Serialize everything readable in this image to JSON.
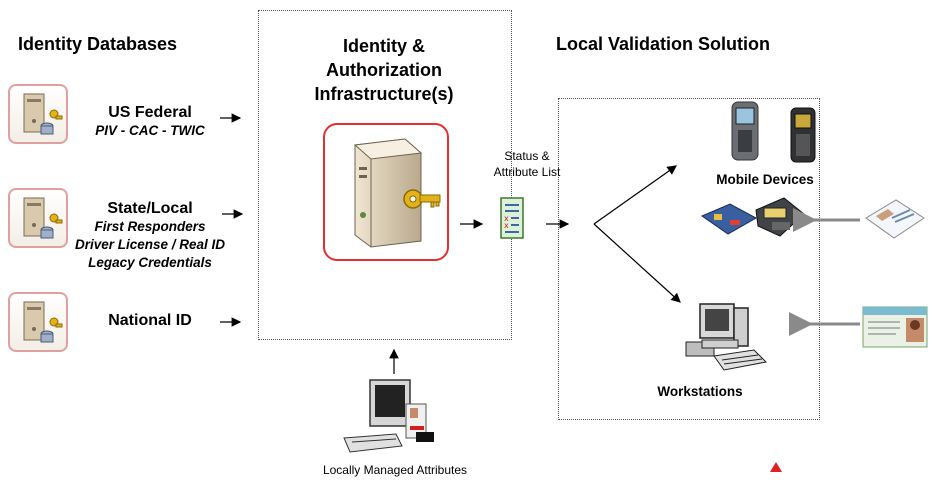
{
  "headings": {
    "identity_databases": "Identity Databases",
    "infrastructure": [
      "Identity &",
      "Authorization",
      "Infrastructure(s)"
    ],
    "local_validation": "Local Validation Solution"
  },
  "databases": [
    {
      "name": "US Federal",
      "sub": [
        "PIV - CAC - TWIC"
      ]
    },
    {
      "name": "State/Local",
      "sub": [
        "First Responders",
        "Driver License / Real ID",
        "Legacy Credentials"
      ]
    },
    {
      "name": "National ID",
      "sub": []
    }
  ],
  "status_list": [
    "Status &",
    "Attribute List"
  ],
  "mobile_devices": "Mobile Devices",
  "workstations": "Workstations",
  "local_attributes": "Locally Managed Attributes",
  "colors": {
    "server_border": "#e03030",
    "arrow": "#000000",
    "gray_arrow": "#8a8a8a",
    "marker": "#e02020"
  },
  "icons": [
    "server-key-icon",
    "status-list-icon",
    "handheld-device-icon",
    "card-reader-icon",
    "workstation-icon",
    "id-card-icon",
    "admin-computer-icon"
  ]
}
